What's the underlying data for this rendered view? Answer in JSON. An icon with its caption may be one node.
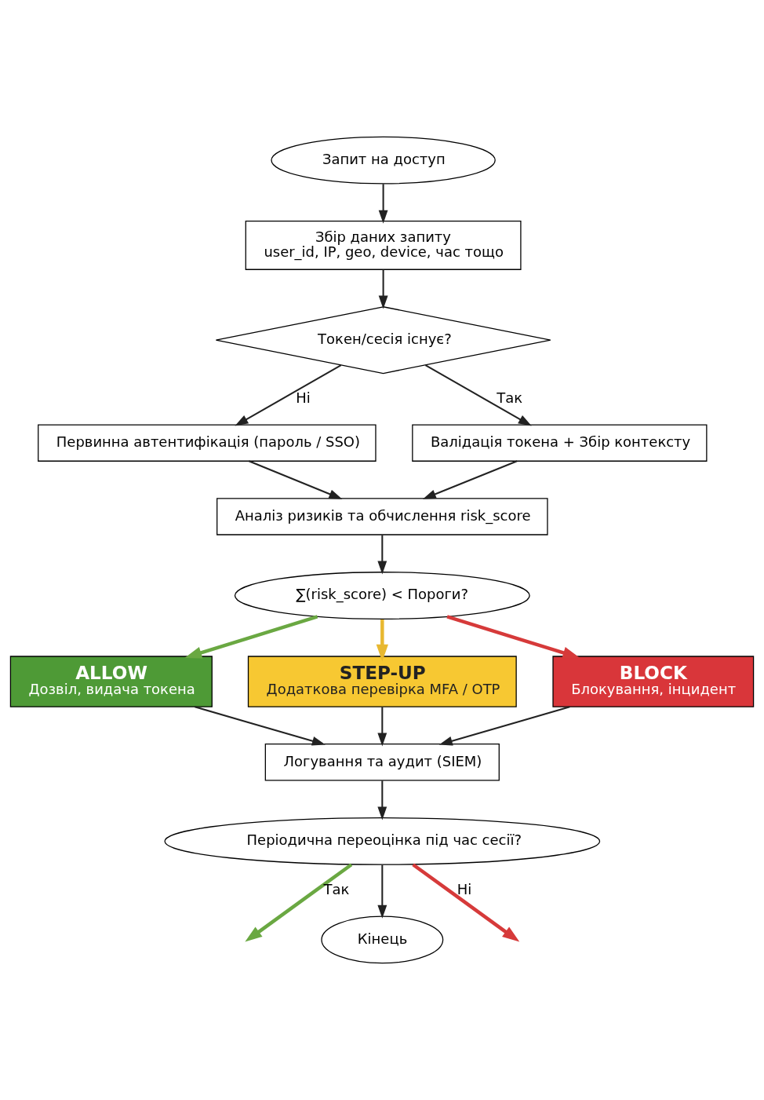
{
  "diagram": {
    "nodes": [
      {
        "text": [
          "Запит на доступ"
        ]
      },
      {
        "text": [
          "Збір даних запиту",
          "user_id, IP, geo, device, час тощо"
        ]
      },
      {
        "text": [
          "Токен/сесія існує?"
        ]
      },
      {
        "text": [
          "Первинна автентифікація (пароль / SSO)"
        ]
      },
      {
        "text": [
          "Валідація токена + Збір контексту"
        ]
      },
      {
        "text": [
          "Аналіз ризиків та обчислення risk_score"
        ]
      },
      {
        "text": [
          "∑(risk_score) < Пороги?"
        ]
      },
      {
        "text": [
          "ALLOW",
          "Дозвіл, видача токена"
        ]
      },
      {
        "text": [
          "STEP-UP",
          "Додаткова перевірка MFA / OTP"
        ]
      },
      {
        "text": [
          "BLOCK",
          "Блокування, інцидент"
        ]
      },
      {
        "text": [
          "Логування та аудит (SIEM)"
        ]
      },
      {
        "text": [
          "Періодична переоцінка під час сесії?"
        ]
      },
      {
        "text": [
          "Кінець"
        ]
      }
    ],
    "edges": [
      {
        "from": 0,
        "to": 1,
        "arrow": "to"
      },
      {
        "from": 1,
        "to": 2,
        "arrow": "to"
      },
      {
        "from": 2,
        "to": 3,
        "arrow": "to",
        "label": "Ні"
      },
      {
        "from": 2,
        "to": 4,
        "arrow": "to",
        "label": "Так"
      },
      {
        "from": 3,
        "to": 5,
        "arrow": "to"
      },
      {
        "from": 4,
        "to": 5,
        "arrow": "to"
      },
      {
        "from": 5,
        "to": 6,
        "arrow": "to"
      },
      {
        "from": 6,
        "to": 7,
        "arrow": "to",
        "style": "thick",
        "color": "#6aa842"
      },
      {
        "from": 6,
        "to": 8,
        "arrow": "to",
        "style": "thick",
        "color": "#e8b830"
      },
      {
        "from": 6,
        "to": 9,
        "arrow": "to",
        "style": "thick",
        "color": "#d63a3a"
      },
      {
        "from": 7,
        "to": 10,
        "arrow": "to"
      },
      {
        "from": 8,
        "to": 10,
        "arrow": "to"
      },
      {
        "from": 9,
        "to": 10,
        "arrow": "to"
      },
      {
        "from": 10,
        "to": 11,
        "arrow": "to"
      },
      {
        "from": 11,
        "to": null,
        "arrow": "to",
        "label": "Так",
        "style": "thick",
        "color": "#6aa842"
      },
      {
        "from": 11,
        "to": null,
        "arrow": "to",
        "label": "Ні",
        "style": "thick",
        "color": "#d63a3a"
      },
      {
        "from": 11,
        "to": 12,
        "arrow": "to"
      }
    ]
  }
}
